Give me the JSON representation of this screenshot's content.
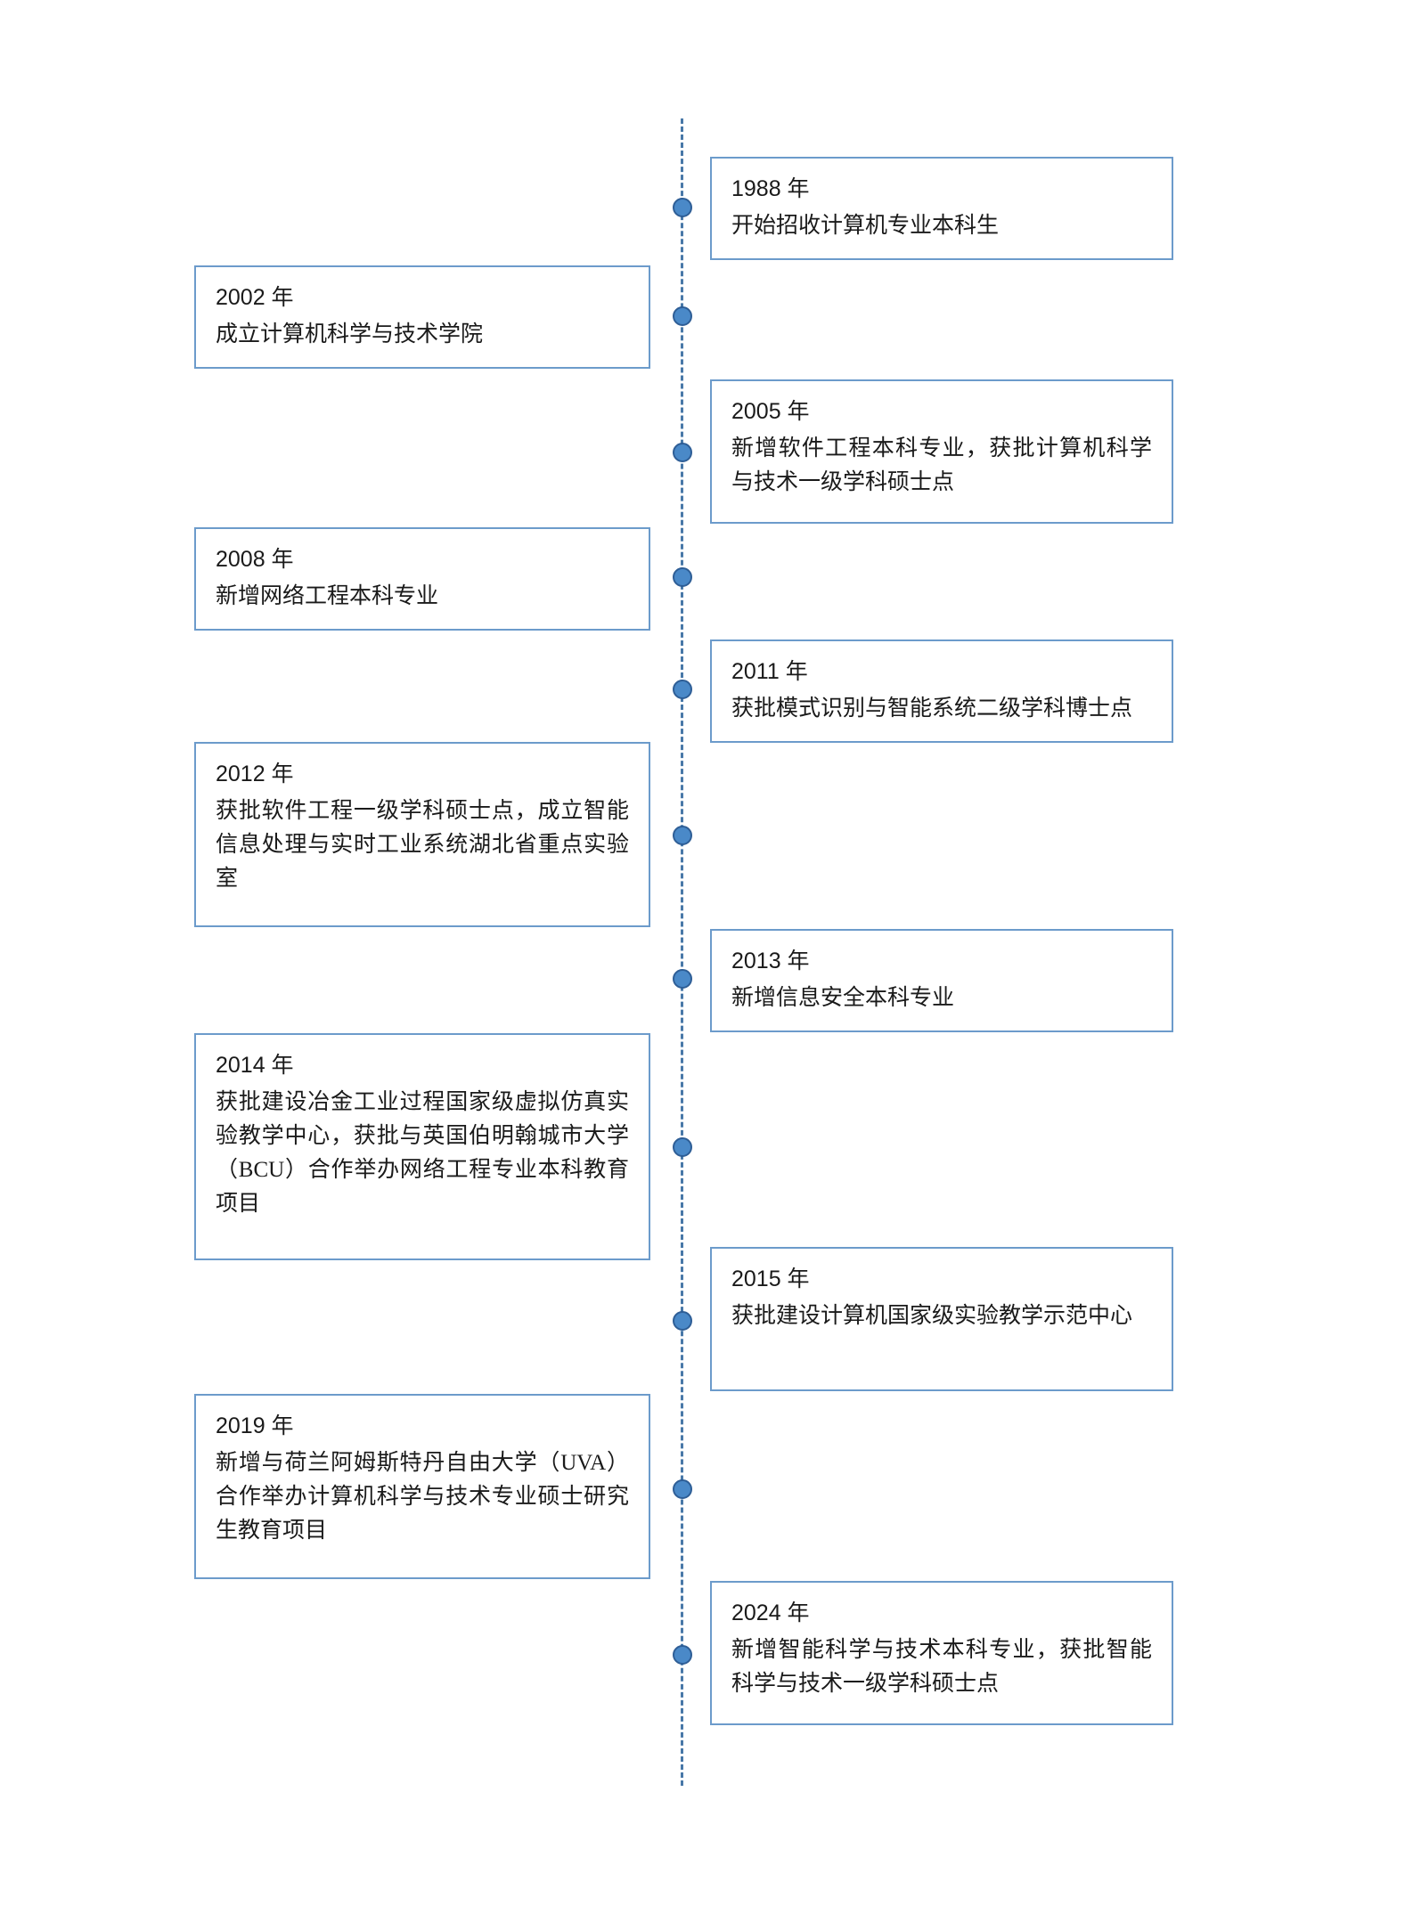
{
  "diagram": {
    "type": "vertical-timeline",
    "orientation": "alternating",
    "spine_color": "#4878A8",
    "node_color": "#4A89C8",
    "box_border_color": "#6C9BCB",
    "background_color": "#FFFFFF"
  },
  "events": [
    {
      "id": "1988",
      "side": "right",
      "year": "1988 年",
      "desc": "开始招收计算机专业本科生"
    },
    {
      "id": "2002",
      "side": "left",
      "year": "2002 年",
      "desc": "成立计算机科学与技术学院"
    },
    {
      "id": "2005",
      "side": "right",
      "year": "2005 年",
      "desc": "新增软件工程本科专业，获批计算机科学与技术一级学科硕士点"
    },
    {
      "id": "2008",
      "side": "left",
      "year": "2008 年",
      "desc": "新增网络工程本科专业"
    },
    {
      "id": "2011",
      "side": "right",
      "year": "2011 年",
      "desc": "获批模式识别与智能系统二级学科博士点"
    },
    {
      "id": "2012",
      "side": "left",
      "year": "2012 年",
      "desc": "获批软件工程一级学科硕士点，成立智能信息处理与实时工业系统湖北省重点实验室"
    },
    {
      "id": "2013",
      "side": "right",
      "year": "2013 年",
      "desc": "新增信息安全本科专业"
    },
    {
      "id": "2014",
      "side": "left",
      "year": "2014 年",
      "desc": "获批建设冶金工业过程国家级虚拟仿真实验教学中心，获批与英国伯明翰城市大学（BCU）合作举办网络工程专业本科教育项目"
    },
    {
      "id": "2015",
      "side": "right",
      "year": "2015 年",
      "desc": "获批建设计算机国家级实验教学示范中心"
    },
    {
      "id": "2019",
      "side": "left",
      "year": "2019 年",
      "desc": "新增与荷兰阿姆斯特丹自由大学（UVA）合作举办计算机科学与技术专业硕士研究生教育项目"
    },
    {
      "id": "2024",
      "side": "right",
      "year": "2024 年",
      "desc": "新增智能科学与技术本科专业，获批智能科学与技术一级学科硕士点"
    }
  ]
}
